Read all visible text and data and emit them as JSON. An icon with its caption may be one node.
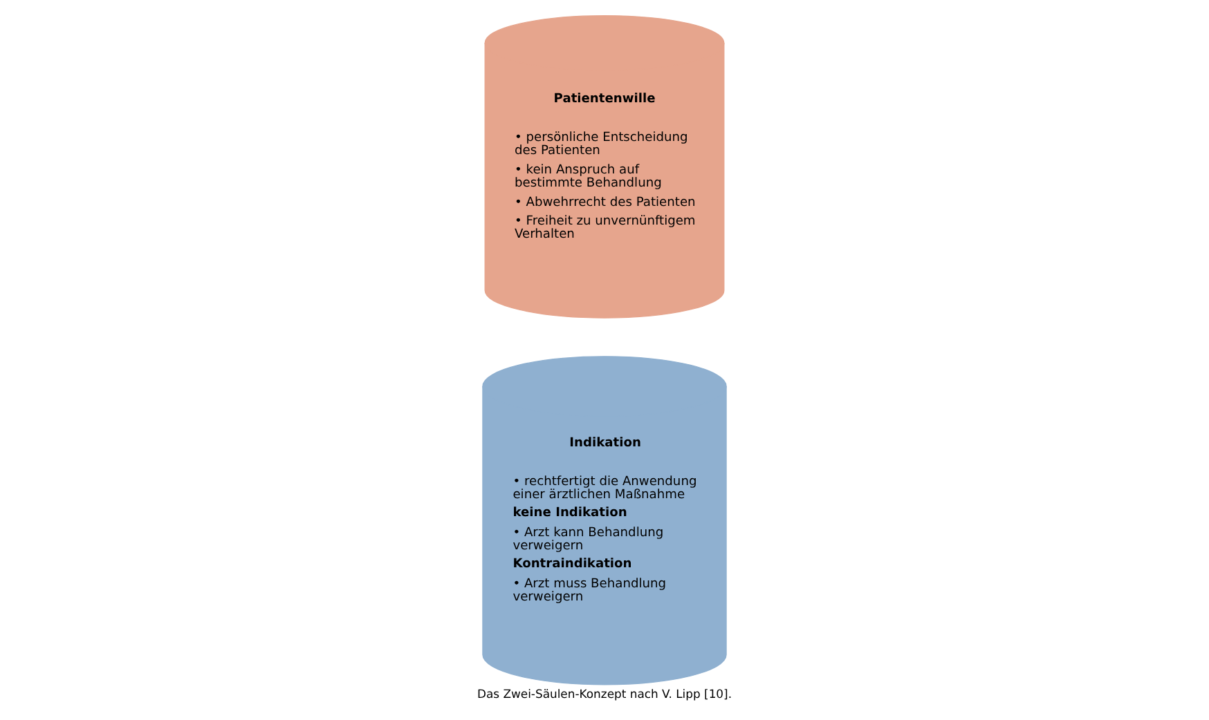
{
  "diagram": {
    "caption": "Das Zwei-Säulen-Konzept nach V. Lipp [10].",
    "nodes": [
      {
        "text": [
          "Indikation",
          "• rechtfertigt die Anwendung einer ärztlichen Maßnahme",
          "keine Indikation",
          "• Arzt kann Behandlung verweigern",
          "Kontraindikation",
          "• Arzt muss Behandlung verweigern"
        ]
      },
      {
        "text": [
          "Patientenwille",
          "• persönliche Entscheidung des Patienten",
          "• kein Anspruch auf bestimmte Behandlung",
          "• Abwehrrecht des Patienten",
          "• Freiheit zu unvernünftigem Verhalten"
        ]
      }
    ],
    "edges": []
  }
}
